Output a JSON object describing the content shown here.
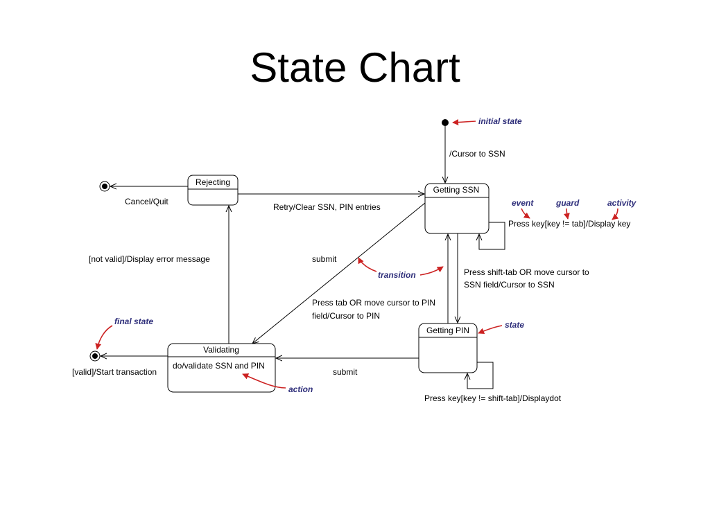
{
  "title": "State Chart",
  "states": {
    "rejecting": {
      "name": "Rejecting"
    },
    "getting_ssn": {
      "name": "Getting SSN"
    },
    "getting_pin": {
      "name": "Getting PIN"
    },
    "validating": {
      "name": "Validating",
      "activity": "do/validate SSN and PIN"
    }
  },
  "transitions": {
    "initial_to_ssn": "/Cursor to SSN",
    "reject_to_final": "Cancel/Quit",
    "reject_to_ssn": "Retry/Clear SSN, PIN entries",
    "validating_to_reject": "[not valid]/Display error message",
    "ssn_submit": "submit",
    "ssn_self": "Press key[key != tab]/Display key",
    "pin_to_ssn_line1": "Press shift-tab OR move cursor to",
    "pin_to_ssn_line2": "SSN field/Cursor to SSN",
    "ssn_to_pin_line1": "Press tab OR move cursor to PIN",
    "ssn_to_pin_line2": "field/Cursor to PIN",
    "pin_submit": "submit",
    "pin_self": "Press key[key != shift-tab]/Displaydot",
    "validating_to_final": "[valid]/Start transaction"
  },
  "annotations": {
    "initial_state": "initial state",
    "event": "event",
    "guard": "guard",
    "activity": "activity",
    "transition": "transition",
    "final_state": "final state",
    "state": "state",
    "action": "action"
  },
  "colors": {
    "annotation_text": "#2e2e7a",
    "annotation_arrow": "#cc2222"
  }
}
